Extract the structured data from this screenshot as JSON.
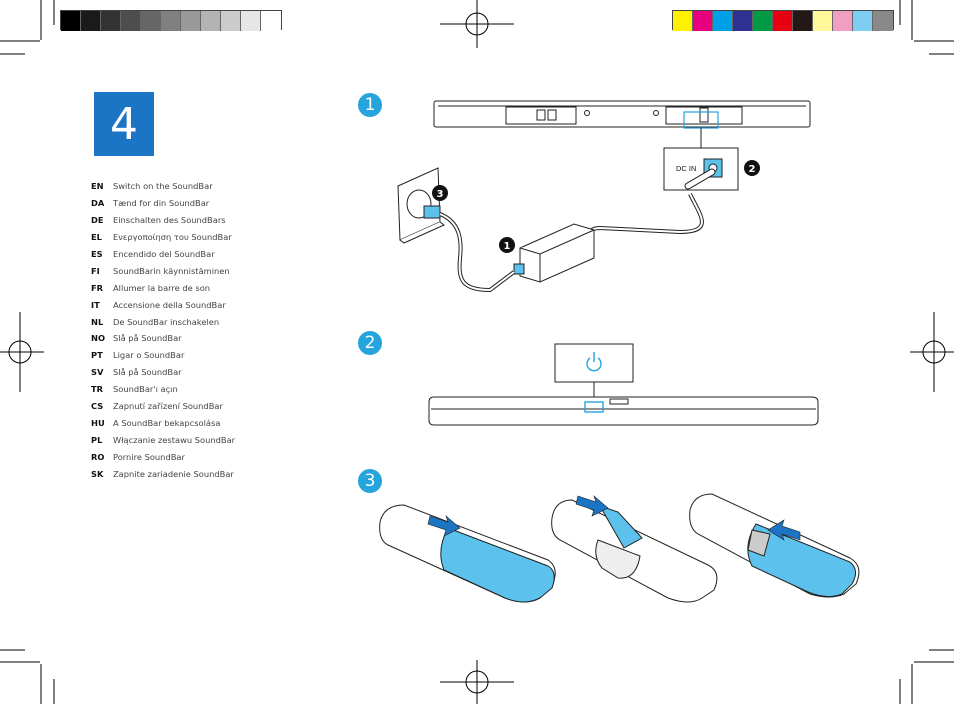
{
  "colors": {
    "accent_blue": "#1c74c4",
    "step_blue": "#25a4de",
    "highlight_light_blue": "#5cc1ec",
    "grayscale_swatches": [
      "#000000",
      "#1a1a1a",
      "#333333",
      "#4d4d4d",
      "#666666",
      "#808080",
      "#999999",
      "#b3b3b3",
      "#cccccc",
      "#e6e6e6",
      "#ffffff"
    ],
    "color_swatches": [
      "#fff200",
      "#e6007e",
      "#00a0e9",
      "#2e3192",
      "#009944",
      "#e60012",
      "#231815",
      "#fff799",
      "#f19ec2",
      "#7ecef4",
      "#898989"
    ]
  },
  "page": {
    "number": "4"
  },
  "instructions": [
    {
      "code": "EN",
      "text": "Switch on the SoundBar"
    },
    {
      "code": "DA",
      "text": "Tænd for din SoundBar"
    },
    {
      "code": "DE",
      "text": "Einschalten des SoundBars"
    },
    {
      "code": "EL",
      "text": "Ενεργοποίηση του SoundBar"
    },
    {
      "code": "ES",
      "text": "Encendido del SoundBar"
    },
    {
      "code": "FI",
      "text": "SoundBarin käynnistäminen"
    },
    {
      "code": "FR",
      "text": "Allumer la barre de son"
    },
    {
      "code": "IT",
      "text": "Accensione della SoundBar"
    },
    {
      "code": "NL",
      "text": "De SoundBar inschakelen"
    },
    {
      "code": "NO",
      "text": "Slå på SoundBar"
    },
    {
      "code": "PT",
      "text": "Ligar o SoundBar"
    },
    {
      "code": "SV",
      "text": "Slå på SoundBar"
    },
    {
      "code": "TR",
      "text": "SoundBar'ı açın"
    },
    {
      "code": "CS",
      "text": "Zapnutí zařízení SoundBar"
    },
    {
      "code": "HU",
      "text": "A SoundBar bekapcsolása"
    },
    {
      "code": "PL",
      "text": "Włączanie zestawu SoundBar"
    },
    {
      "code": "RO",
      "text": "Pornire SoundBar"
    },
    {
      "code": "SK",
      "text": "Zapnite zariadenie SoundBar"
    }
  ],
  "steps": {
    "step1": {
      "number": "1",
      "dc_label": "DC IN",
      "callouts": [
        "2",
        "3",
        "1"
      ]
    },
    "step2": {
      "number": "2",
      "power_icon": "power-icon"
    },
    "step3": {
      "number": "3"
    }
  }
}
